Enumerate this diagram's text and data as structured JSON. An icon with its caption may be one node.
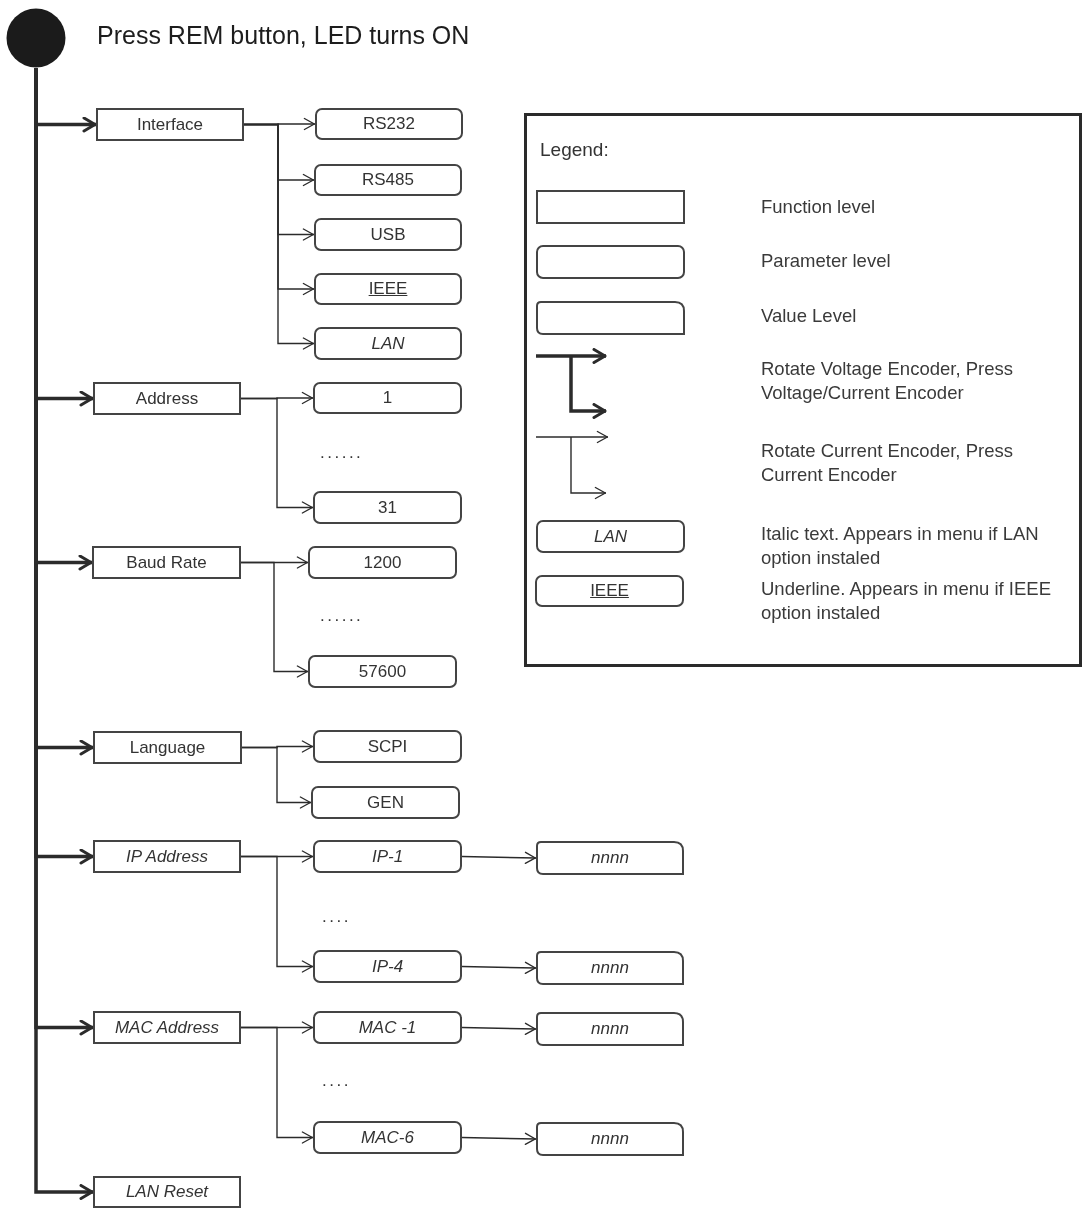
{
  "diagram": {
    "nodes": [
      {
        "text": [],
        "shape": "circle",
        "beside": [
          "Press REM button, LED turns ON"
        ]
      },
      {
        "text": [
          "Interface"
        ]
      },
      {
        "text": [
          "RS232"
        ]
      },
      {
        "text": [
          "RS485"
        ]
      },
      {
        "text": [
          "USB"
        ]
      },
      {
        "text": [
          "IEEE"
        ]
      },
      {
        "text": [
          "LAN"
        ]
      },
      {
        "text": [
          "Address"
        ]
      },
      {
        "text": [
          "1"
        ]
      },
      {
        "text": [
          "31"
        ]
      },
      {
        "text": [
          "Baud Rate"
        ]
      },
      {
        "text": [
          "1200"
        ]
      },
      {
        "text": [
          "57600"
        ]
      },
      {
        "text": [
          "Language"
        ]
      },
      {
        "text": [
          "SCPI"
        ]
      },
      {
        "text": [
          "GEN"
        ]
      },
      {
        "text": [
          "IP Address"
        ]
      },
      {
        "text": [
          "IP-1"
        ]
      },
      {
        "text": [
          "nnnn"
        ]
      },
      {
        "text": [
          "IP-4"
        ]
      },
      {
        "text": [
          "nnnn"
        ]
      },
      {
        "text": [
          "MAC Address"
        ]
      },
      {
        "text": [
          "MAC -1"
        ]
      },
      {
        "text": [
          "nnnn"
        ]
      },
      {
        "text": [
          "MAC-6"
        ]
      },
      {
        "text": [
          "nnnn"
        ]
      },
      {
        "text": [
          "LAN Reset"
        ]
      },
      {
        "text": [
          "LAN"
        ]
      },
      {
        "text": [
          "IEEE"
        ]
      }
    ],
    "edges": [
      {
        "from": 0,
        "to": 1,
        "arrow": "to",
        "style": "thick"
      },
      {
        "from": 1,
        "to": 2,
        "arrow": "to"
      },
      {
        "from": 1,
        "to": 3,
        "arrow": "to"
      },
      {
        "from": 1,
        "to": 4,
        "arrow": "to"
      },
      {
        "from": 1,
        "to": 5,
        "arrow": "to"
      },
      {
        "from": 1,
        "to": 6,
        "arrow": "to"
      },
      {
        "from": 0,
        "to": 7,
        "arrow": "to",
        "style": "thick"
      },
      {
        "from": 7,
        "to": 8,
        "arrow": "to"
      },
      {
        "from": 7,
        "to": 9,
        "arrow": "to"
      },
      {
        "from": 0,
        "to": 10,
        "arrow": "to",
        "style": "thick"
      },
      {
        "from": 10,
        "to": 11,
        "arrow": "to"
      },
      {
        "from": 10,
        "to": 12,
        "arrow": "to"
      },
      {
        "from": 0,
        "to": 13,
        "arrow": "to",
        "style": "thick"
      },
      {
        "from": 13,
        "to": 14,
        "arrow": "to"
      },
      {
        "from": 13,
        "to": 15,
        "arrow": "to"
      },
      {
        "from": 0,
        "to": 16,
        "arrow": "to",
        "style": "thick"
      },
      {
        "from": 16,
        "to": 17,
        "arrow": "to"
      },
      {
        "from": 17,
        "to": 18,
        "arrow": "to"
      },
      {
        "from": 16,
        "to": 19,
        "arrow": "to"
      },
      {
        "from": 19,
        "to": 20,
        "arrow": "to"
      },
      {
        "from": 0,
        "to": 21,
        "arrow": "to",
        "style": "thick"
      },
      {
        "from": 21,
        "to": 22,
        "arrow": "to"
      },
      {
        "from": 22,
        "to": 23,
        "arrow": "to"
      },
      {
        "from": 21,
        "to": 24,
        "arrow": "to"
      },
      {
        "from": 24,
        "to": 25,
        "arrow": "to"
      },
      {
        "from": 0,
        "to": 26,
        "arrow": "to",
        "style": "thick"
      }
    ],
    "labels": [
      "Legend:",
      "......",
      "......",
      "....",
      "...."
    ],
    "legend": [
      {
        "text": "Function level"
      },
      {
        "text": "Parameter level"
      },
      {
        "text": "Value Level"
      },
      {
        "text": "Rotate Voltage Encoder, Press Voltage/Current Encoder"
      },
      {
        "text": "Rotate Current Encoder, Press Current Encoder"
      },
      {
        "text": "Italic text. Appears in menu if LAN option instaled"
      },
      {
        "text": "Underline. Appears in menu if IEEE option instaled"
      }
    ]
  }
}
